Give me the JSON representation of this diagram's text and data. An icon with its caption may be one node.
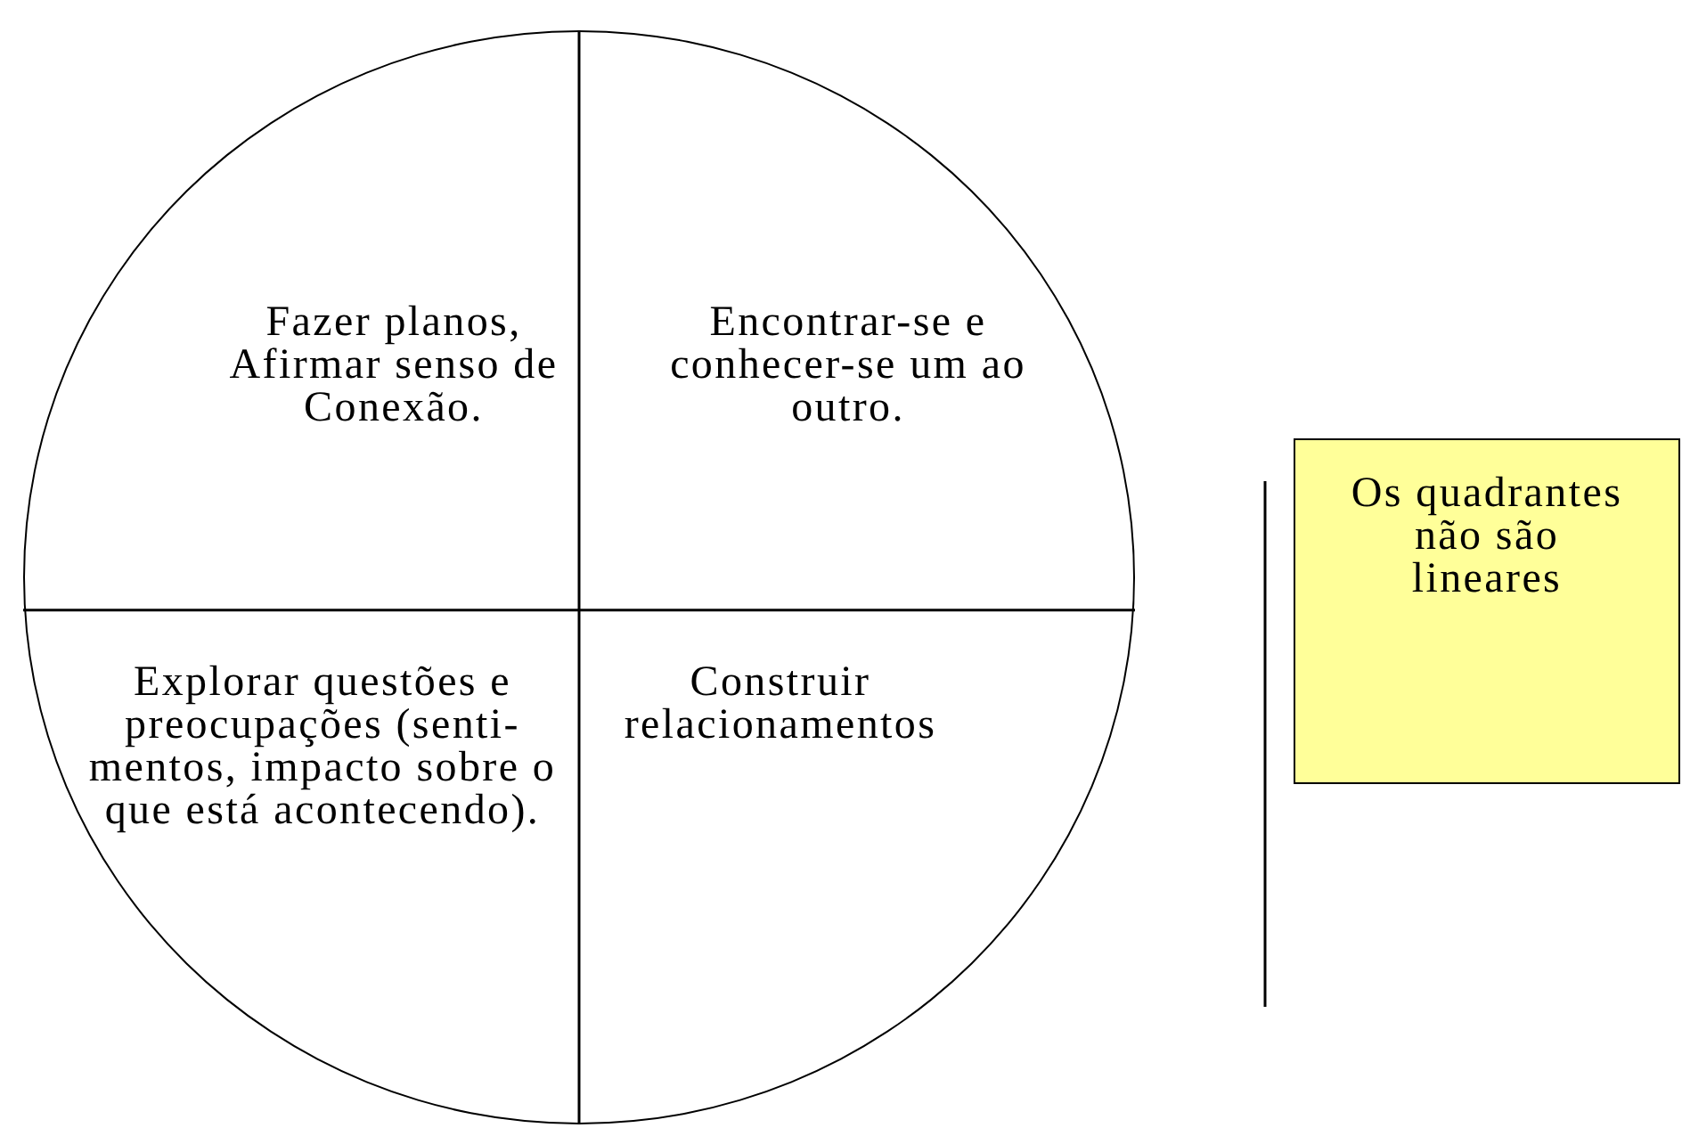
{
  "diagram": {
    "nodes": [
      {
        "text": [],
        "shape": "circle"
      },
      {
        "text": [
          "Fazer planos, Afirmar senso de Conexão."
        ],
        "in": 0
      },
      {
        "text": [
          "Encontrar-se e conhecer-se um ao outro."
        ],
        "in": 0
      },
      {
        "text": [
          "Explorar questões e preocupações (senti- mentos, impacto sobre o que está acontecendo)."
        ],
        "in": 0
      },
      {
        "text": [
          "Construir relacionamentos"
        ],
        "in": 0
      },
      {
        "text": [
          "Os quadrantes não são lineares"
        ]
      }
    ],
    "edges": []
  }
}
